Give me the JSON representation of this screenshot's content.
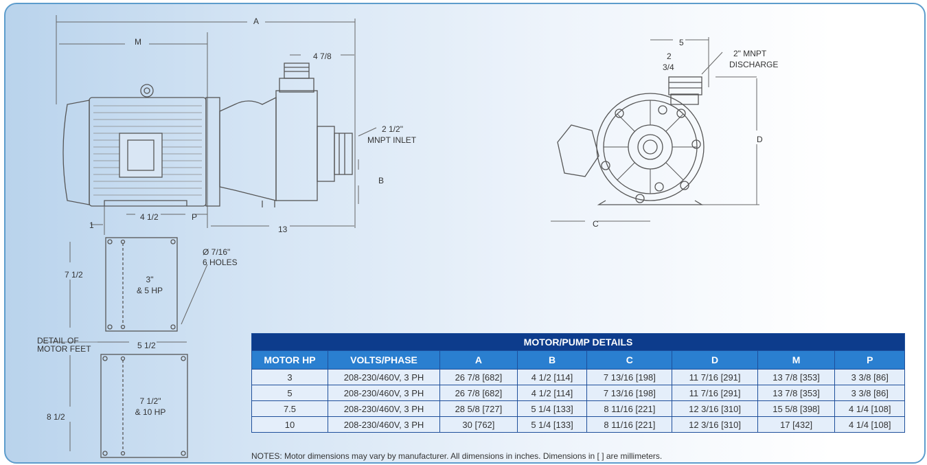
{
  "labels": {
    "A": "A",
    "M": "M",
    "four_seven_eighths": "4 7/8",
    "inlet": [
      "2 1/2\"",
      "MNPT INLET"
    ],
    "B": "B",
    "one": "1",
    "four_half": "4 1/2",
    "P": "P",
    "thirteen": "13",
    "holes": [
      "Ø 7/16\"",
      "6 HOLES"
    ],
    "seven_half": "7 1/2",
    "hp3_5": [
      "3\"",
      "& 5 HP"
    ],
    "detail": [
      "DETAIL OF",
      "MOTOR FEET"
    ],
    "five_half": "5 1/2",
    "eight_half": "8 1/2",
    "hp75_10": [
      "7 1/2\"",
      "& 10 HP"
    ],
    "five": "5",
    "two_34": [
      "2",
      "3/4"
    ],
    "discharge": [
      "2\" MNPT",
      "DISCHARGE"
    ],
    "D": "D",
    "C": "C"
  },
  "table": {
    "title": "MOTOR/PUMP DETAILS",
    "columns": [
      "MOTOR HP",
      "VOLTS/PHASE",
      "A",
      "B",
      "C",
      "D",
      "M",
      "P"
    ],
    "rows": [
      [
        "3",
        "208-230/460V, 3 PH",
        "26 7/8 [682]",
        "4 1/2 [114]",
        "7 13/16 [198]",
        "11 7/16 [291]",
        "13 7/8 [353]",
        "3 3/8 [86]"
      ],
      [
        "5",
        "208-230/460V, 3 PH",
        "26 7/8 [682]",
        "4 1/2 [114]",
        "7 13/16 [198]",
        "11 7/16 [291]",
        "13 7/8 [353]",
        "3 3/8 [86]"
      ],
      [
        "7.5",
        "208-230/460V, 3 PH",
        "28 5/8 [727]",
        "5 1/4 [133]",
        "8 11/16 [221]",
        "12 3/16 [310]",
        "15 5/8 [398]",
        "4 1/4 [108]"
      ],
      [
        "10",
        "208-230/460V, 3 PH",
        "30 [762]",
        "5 1/4 [133]",
        "8 11/16 [221]",
        "12 3/16 [310]",
        "17 [432]",
        "4 1/4 [108]"
      ]
    ]
  },
  "notes": "NOTES: Motor dimensions may vary by manufacturer. All dimensions in inches. Dimensions in [ ] are millimeters."
}
